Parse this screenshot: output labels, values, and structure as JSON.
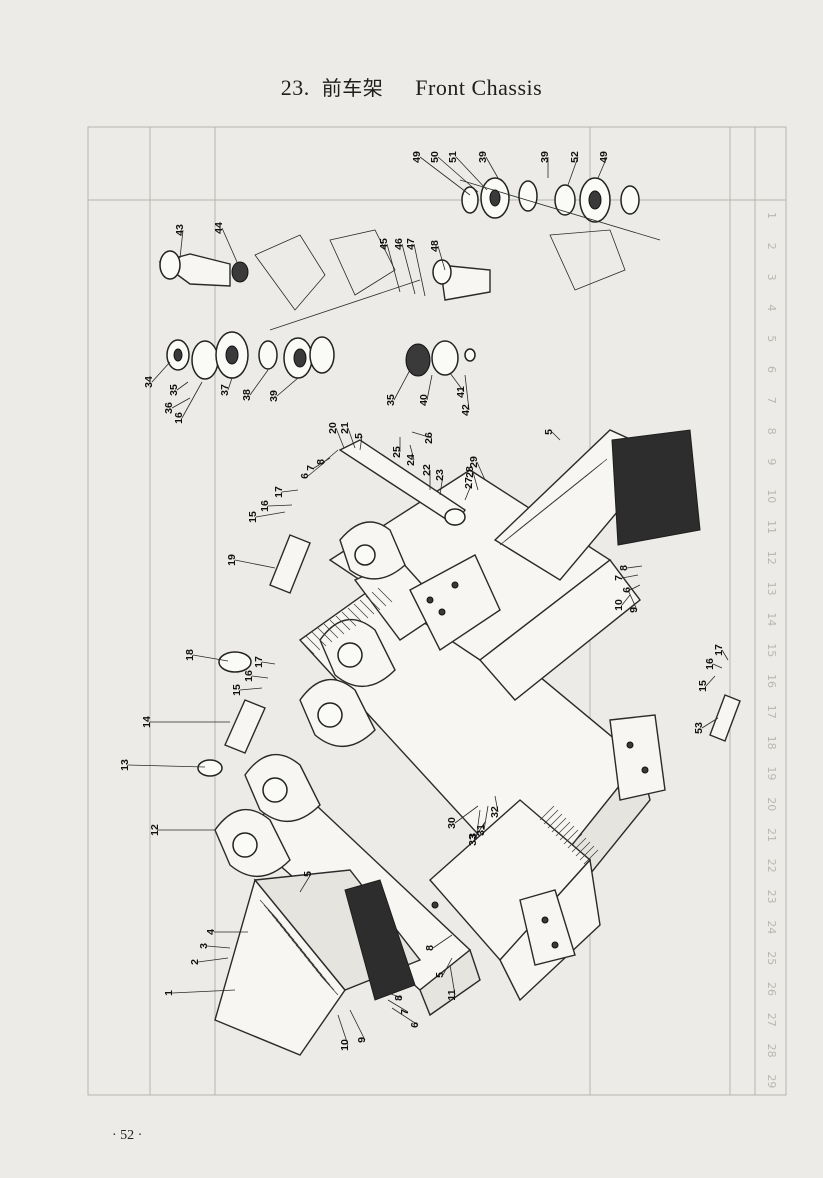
{
  "page": {
    "title_number": "23.",
    "title_cn": "前车架",
    "title_en": "Front Chassis",
    "page_number": "· 52 ·"
  },
  "table": {
    "row_numbers": [
      "1",
      "2",
      "3",
      "4",
      "5",
      "6",
      "7",
      "8",
      "9",
      "10",
      "11",
      "12",
      "13",
      "14",
      "15",
      "16",
      "17",
      "18",
      "19",
      "20",
      "21",
      "22",
      "23",
      "24",
      "25",
      "26",
      "27",
      "28",
      "29"
    ]
  },
  "callouts": [
    "1",
    "2",
    "3",
    "4",
    "5",
    "6",
    "7",
    "8",
    "9",
    "10",
    "11",
    "12",
    "13",
    "14",
    "15",
    "16",
    "17",
    "18",
    "19",
    "20",
    "21",
    "22",
    "23",
    "24",
    "25",
    "26",
    "27",
    "28",
    "29",
    "30",
    "31",
    "32",
    "33",
    "34",
    "35",
    "36",
    "37",
    "38",
    "39",
    "40",
    "41",
    "42",
    "43",
    "44",
    "45",
    "46",
    "47",
    "48",
    "49",
    "50",
    "51",
    "52",
    "53"
  ]
}
